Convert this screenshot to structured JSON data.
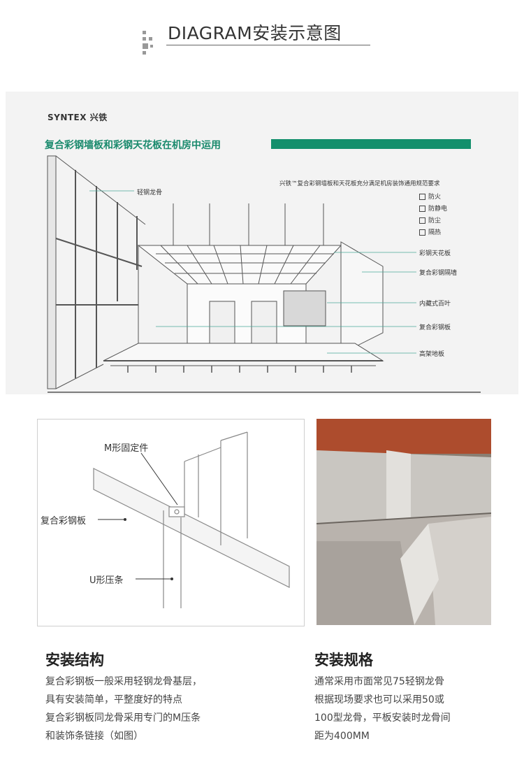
{
  "header": {
    "title": "DIAGRAM安装示意图"
  },
  "diagram": {
    "brand": "SYNTEX 兴铁",
    "banner_title": "复合彩钢墙板和彩钢天花板在机房中运用",
    "label_keel": "轻钢龙骨",
    "requirements_title": "兴铁™复合彩钢墙板和天花板充分满足机房装饰通用规范要求",
    "requirements": [
      "防火",
      "防静电",
      "防尘",
      "隔热"
    ],
    "callouts": [
      "彩钢天花板",
      "复合彩钢隔墙",
      "内藏式百叶",
      "复合彩钢板",
      "高架地板"
    ]
  },
  "detail_figure": {
    "label_m": "M形固定件",
    "label_panel": "复合彩钢板",
    "label_u": "U形压条"
  },
  "sections": [
    {
      "title": "安装结构",
      "lines": [
        "复合彩钢板一般采用轻钢龙骨基层，",
        "具有安装简单，平整度好的特点",
        "复合彩钢板同龙骨采用专门的M压条",
        "和装饰条链接（如图）"
      ]
    },
    {
      "title": "安装规格",
      "lines": [
        "通常采用市面常见75轻钢龙骨",
        "根据现场要求也可以采用50或",
        "100型龙骨，平板安装时龙骨间",
        "距为400MM"
      ]
    }
  ],
  "colors": {
    "brand_green": "#138f6c",
    "panel_bg": "#f3f3f3"
  }
}
